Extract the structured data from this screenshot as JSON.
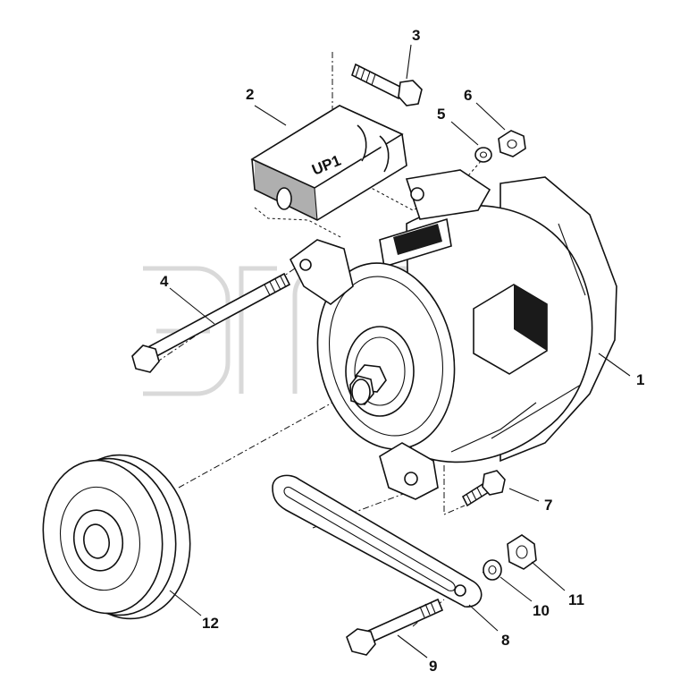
{
  "diagram": {
    "callouts": {
      "c1": "1",
      "c2": "2",
      "c3": "3",
      "c4": "4",
      "c5": "5",
      "c6": "6",
      "c7": "7",
      "c8": "8",
      "c9": "9",
      "c10": "10",
      "c11": "11",
      "c12": "12"
    },
    "bracket_stamp": "UP1",
    "watermark_tm": "TM"
  }
}
